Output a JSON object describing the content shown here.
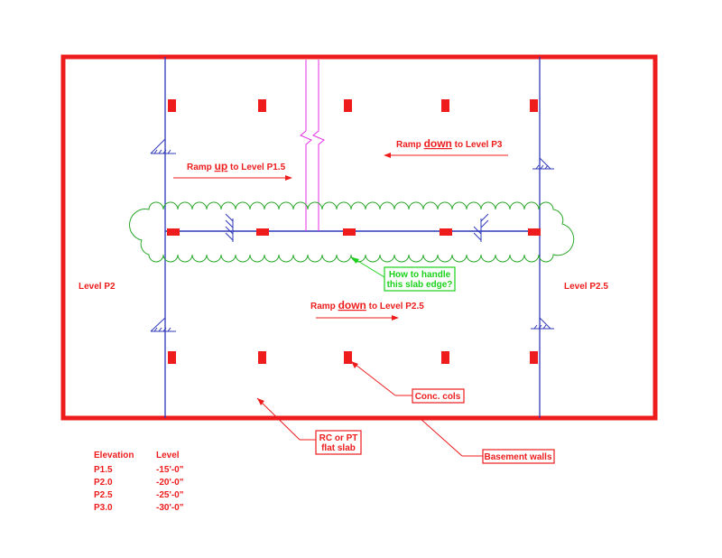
{
  "colors": {
    "wall": "#ee1c1c",
    "slab_line": "#2f39b8",
    "magenta": "#e62ee6",
    "cloud": "#2aa82a",
    "note_green": "#19d219",
    "label_red": "#ee1c1c"
  },
  "labels": {
    "level_p2": "Level P2",
    "level_p25": "Level P2.5"
  },
  "ramps": {
    "up_p15": {
      "pre": "Ramp ",
      "key": "up",
      "post": " to Level P1.5"
    },
    "down_p3": {
      "pre": "Ramp ",
      "key": "down",
      "post": " to Level P3"
    },
    "down_p25": {
      "pre": "Ramp ",
      "key": "down",
      "post": " to Level P2.5"
    }
  },
  "notes": {
    "slab_edge": [
      "How to handle",
      "this slab edge?"
    ],
    "conc_cols": "Conc. cols",
    "flat_slab": [
      "RC or PT",
      "flat slab"
    ],
    "basement_walls": "Basement walls"
  },
  "elevation_table": {
    "header": [
      "Elevation",
      "Level"
    ],
    "rows": [
      [
        "P1.5",
        "-15'-0\""
      ],
      [
        "P2.0",
        "-20'-0\""
      ],
      [
        "P2.5",
        "-25'-0\""
      ],
      [
        "P3.0",
        "-30'-0\""
      ]
    ]
  }
}
